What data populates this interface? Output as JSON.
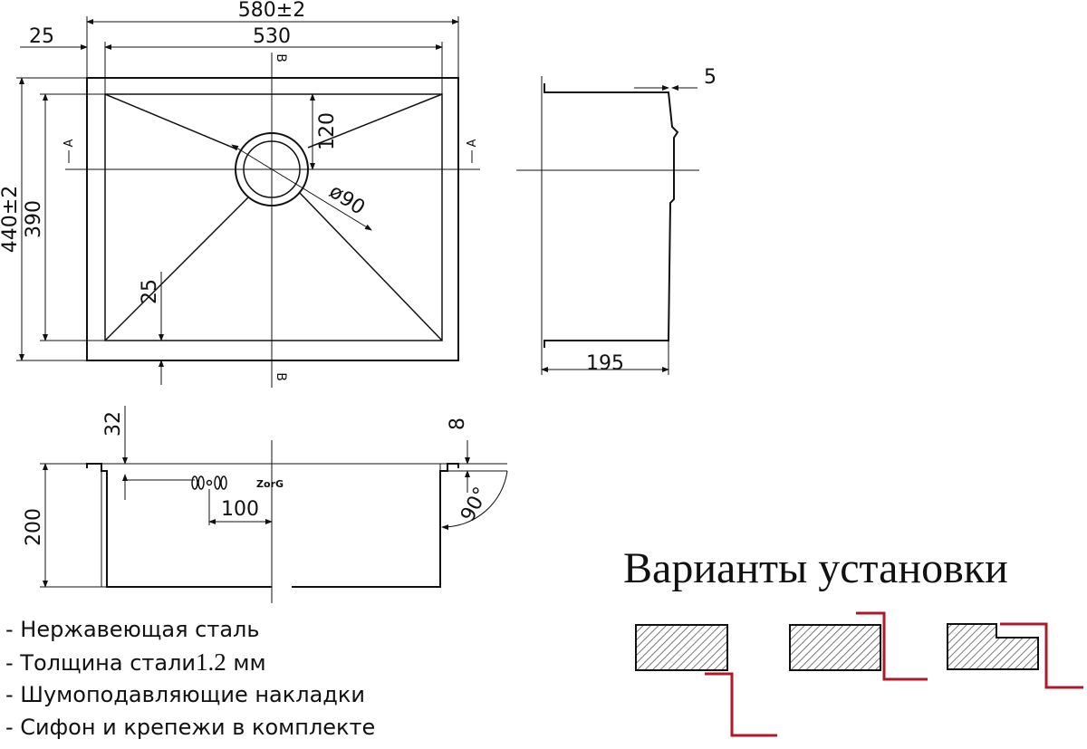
{
  "top_view": {
    "overall_width": "580±2",
    "inner_width": "530",
    "rim_offset": "25",
    "overall_depth": "440±2",
    "inner_depth": "390",
    "drain_offset": "120",
    "drain_diameter": "ø90",
    "bottom_rim": "25",
    "section_a": "A",
    "section_b": "B"
  },
  "side_view": {
    "rim": "5",
    "depth": "195"
  },
  "front_view": {
    "rim_depth": "32",
    "flange": "8",
    "height": "200",
    "overflow_offset": "100",
    "angle": "90°",
    "brand": "ZorG"
  },
  "specs": [
    "- Нержавеющая сталь",
    "- Толщина стали",
    "1.2",
    " мм",
    "- Шумоподавляющие накладки",
    "- Сифон и крепежи в комплекте"
  ],
  "install": {
    "title": "Варианты установки"
  },
  "colors": {
    "line": "#111111",
    "accent": "#b0182a",
    "hatch": "#555555"
  }
}
